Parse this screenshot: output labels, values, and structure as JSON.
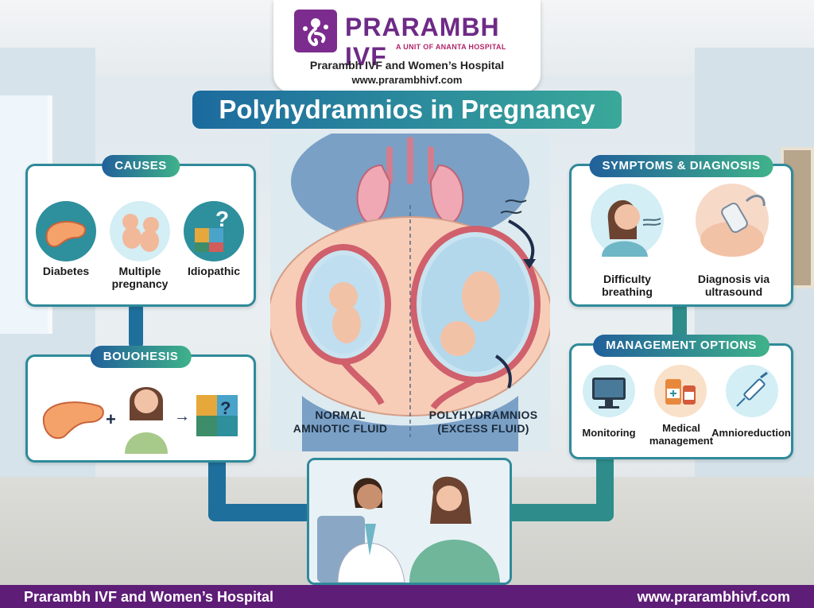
{
  "header": {
    "brand_name": "PRARAMBH IVF",
    "brand_tagline": "A UNIT OF ANANTA HOSPITAL",
    "hospital_name": "Prarambh IVF and Women’s Hospital",
    "website": "www.prarambhivf.com"
  },
  "title": "Polyhydramnios in Pregnancy",
  "causes": {
    "heading": "CAUSES",
    "items": [
      {
        "label": "Diabetes",
        "icon": "pancreas-icon"
      },
      {
        "label": "Multiple\npregnancy",
        "icon": "twins-icon"
      },
      {
        "label": "Idiopathic",
        "icon": "puzzle-question-icon"
      }
    ]
  },
  "hypothesis": {
    "heading": "BOUOHESIS",
    "icons": [
      "pancreas-icon",
      "plus-icon",
      "woman-icon",
      "arrow-right-icon",
      "puzzle-question-icon"
    ]
  },
  "center": {
    "left_label": "NORMAL\nAMNIOTIC FLUID",
    "right_label": "POLYHYDRAMNIOS\n(EXCESS FLUID)"
  },
  "symptoms": {
    "heading": "SYMPTOMS & DIAGNOSIS",
    "items": [
      {
        "label": "Difficulty\nbreathing",
        "icon": "breathing-woman-icon"
      },
      {
        "label": "Diagnosis via\nultrasound",
        "icon": "ultrasound-probe-icon"
      }
    ]
  },
  "management": {
    "heading": "MANAGEMENT OPTIONS",
    "items": [
      {
        "label": "Monitoring",
        "icon": "monitor-icon"
      },
      {
        "label": "Medical\nmanagement",
        "icon": "medicine-bottles-icon"
      },
      {
        "label": "Amnioreduction",
        "icon": "syringe-icon"
      }
    ]
  },
  "footer": {
    "left": "Prarambh IVF and Women’s Hospital",
    "right": "www.prarambhivf.com"
  },
  "colors": {
    "brand_purple": "#6e2a86",
    "footer_purple": "#5e1d77",
    "accent_teal": "#2f8a9a",
    "accent_blue": "#1f6f9c"
  }
}
